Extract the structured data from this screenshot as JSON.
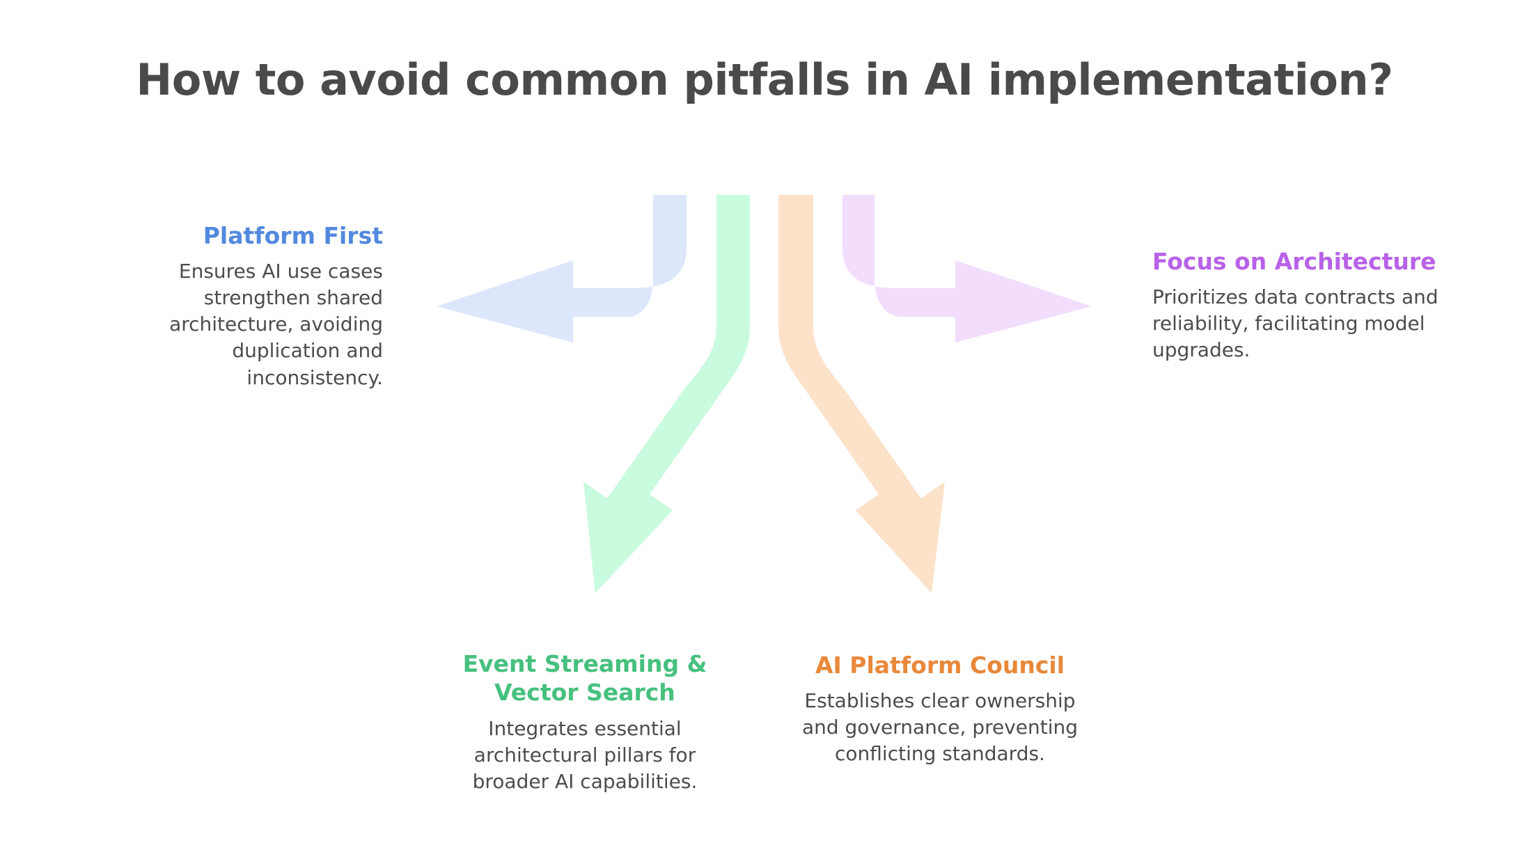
{
  "page": {
    "title": "How to avoid common pitfalls in AI implementation?",
    "background": "#ffffff",
    "title_color": "#4a4a4a",
    "body_text_color": "#4c4c4c"
  },
  "diagram": {
    "type": "four-way radiating arrow diagram",
    "origin_label": "common top origin",
    "arrows": [
      {
        "id": "arrow-platform-first",
        "direction": "left",
        "fill": "#dce7fb",
        "points_to": "Platform First"
      },
      {
        "id": "arrow-event-streaming",
        "direction": "down-left",
        "fill": "#c9fbde",
        "points_to": "Event Streaming & Vector Search"
      },
      {
        "id": "arrow-ai-platform-council",
        "direction": "down-right",
        "fill": "#fce2c8",
        "points_to": "AI Platform Council"
      },
      {
        "id": "arrow-focus-architecture",
        "direction": "right",
        "fill": "#f2ddfd",
        "points_to": "Focus on Architecture"
      }
    ]
  },
  "callouts": {
    "platform_first": {
      "title": "Platform First",
      "body": "Ensures AI use cases strengthen shared architecture, avoiding duplication and inconsistency.",
      "color": "#5289e0",
      "align": "right"
    },
    "focus_architecture": {
      "title": "Focus on Architecture",
      "body": "Prioritizes data contracts and reliability, facilitating model upgrades.",
      "color": "#b862e8",
      "align": "left"
    },
    "event_streaming": {
      "title": "Event Streaming & Vector Search",
      "body": "Integrates essential architectural pillars for broader AI capabilities.",
      "color": "#46c07e",
      "align": "center"
    },
    "ai_platform_council": {
      "title": "AI Platform Council",
      "body": "Establishes clear ownership and governance, preventing conflicting standards.",
      "color": "#e8883a",
      "align": "center"
    }
  }
}
